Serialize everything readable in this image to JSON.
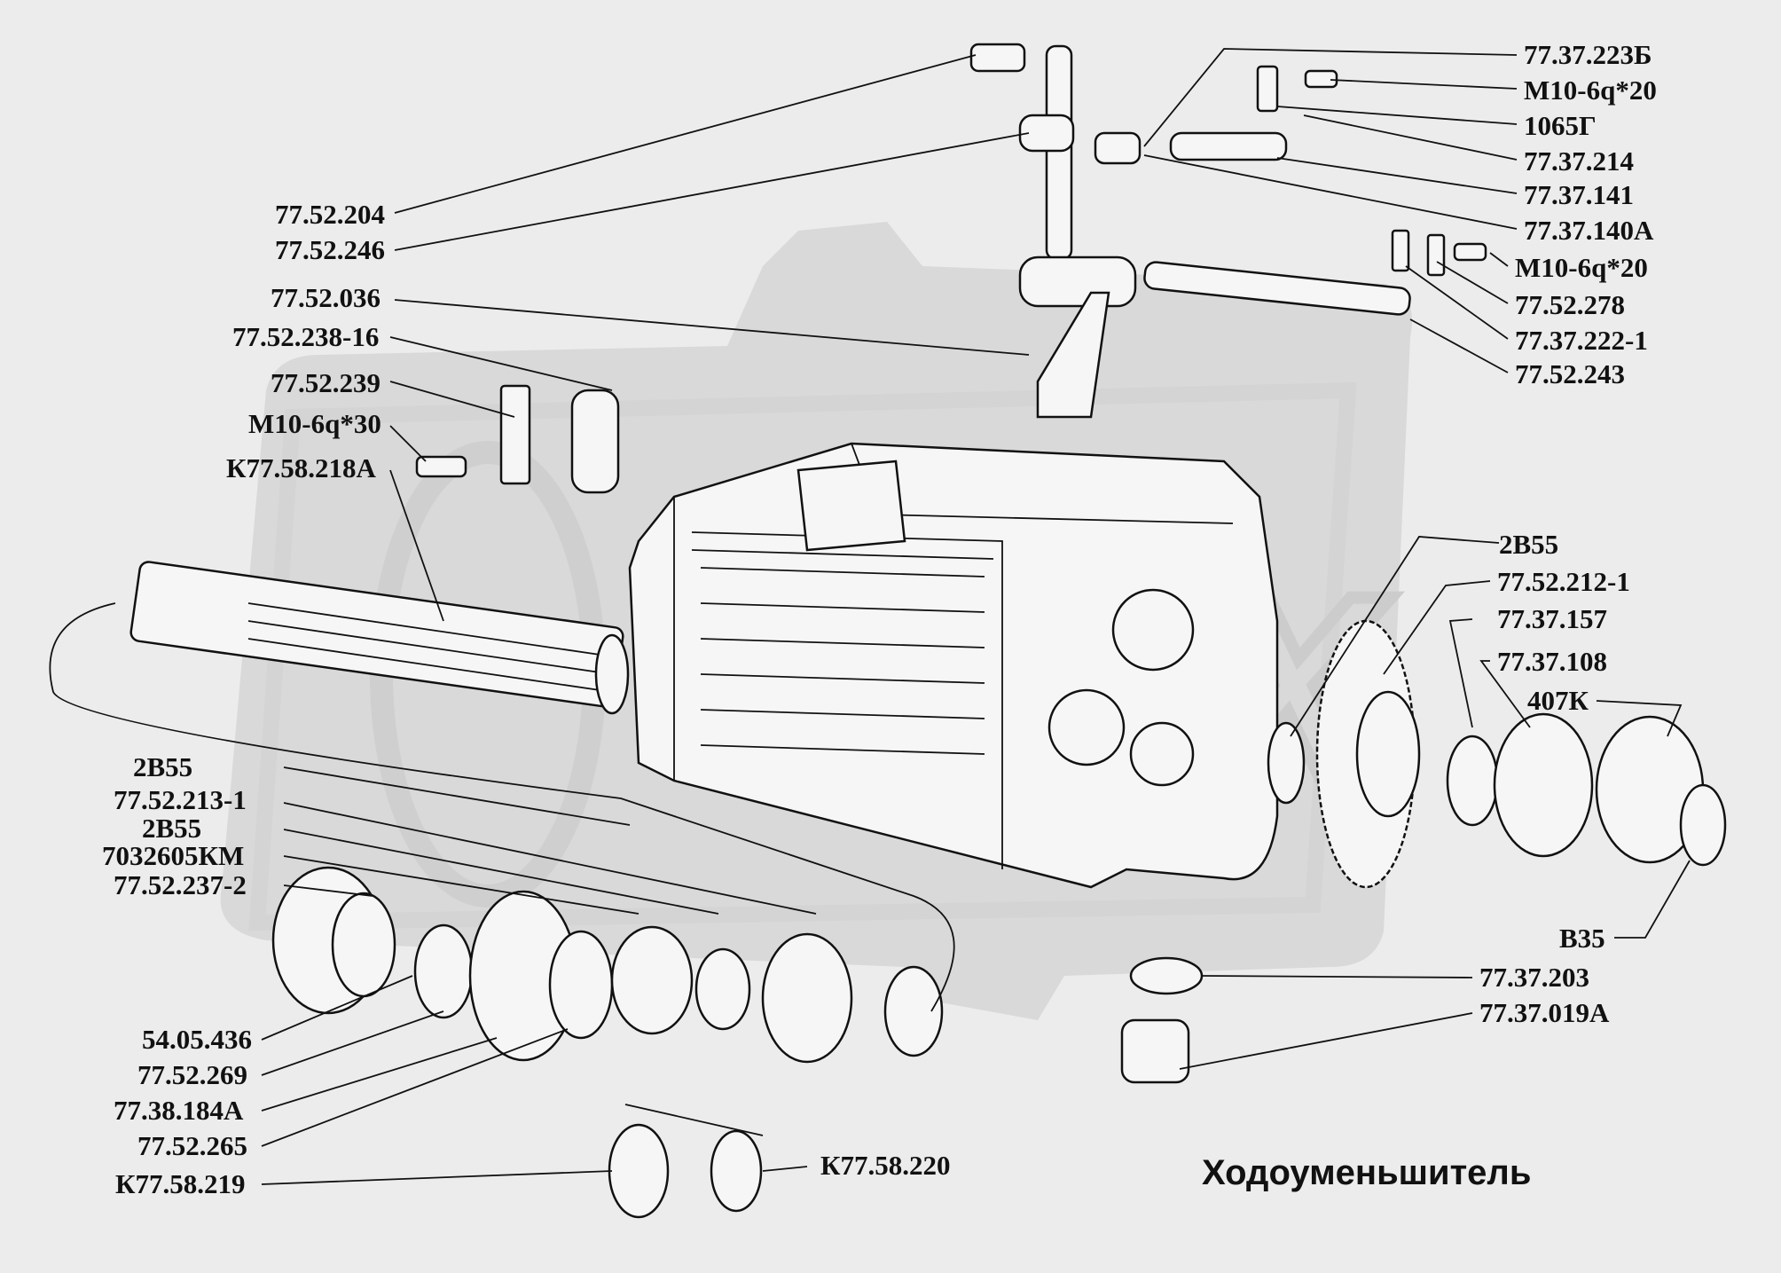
{
  "title": "Ходоуменьшитель",
  "labels_left": [
    "77.52.204",
    "77.52.246",
    "77.52.036",
    "77.52.238-16",
    "77.52.239",
    "М10-6q*30",
    "К77.58.218А",
    "2В55",
    "77.52.213-1",
    "2В55",
    "7032605КМ",
    "77.52.237-2",
    "54.05.436",
    "77.52.269",
    "77.38.184А",
    "77.52.265",
    "К77.58.219"
  ],
  "labels_right": [
    "77.37.223Б",
    "М10-6q*20",
    "1065Г",
    "77.37.214",
    "77.37.141",
    "77.37.140А",
    "М10-6q*20",
    "77.52.278",
    "77.37.222-1",
    "77.52.243",
    "2В55",
    "77.52.212-1",
    "77.37.157",
    "77.37.108",
    "407К",
    "В35",
    "77.37.203",
    "77.37.019А"
  ],
  "label_bottom": "К77.58.220",
  "watermark_text": "ОРЕХ"
}
